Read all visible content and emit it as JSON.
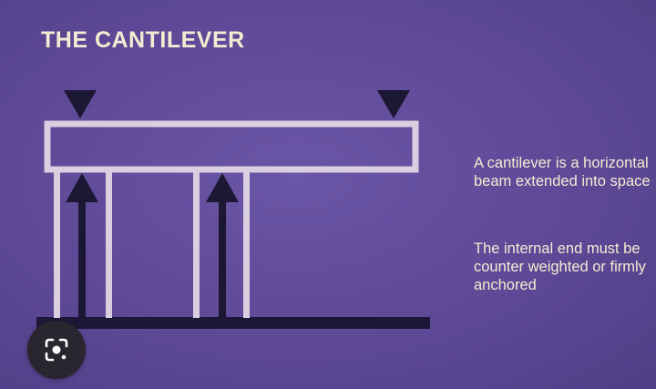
{
  "title": "THE CANTILEVER",
  "description_1": "A cantilever is a horizontal beam extended into space",
  "description_2": "The internal end must be counter weighted or firmly anchored",
  "icons": {
    "load_arrow": "down-triangle-icon",
    "support_arrow": "up-arrow-icon",
    "lens": "camera-lens-icon"
  },
  "colors": {
    "background": "#5e4b98",
    "beam": "#d9cfe0",
    "arrows": "#1c1733",
    "ground": "#1e1838",
    "text": "#f4ecd2"
  }
}
